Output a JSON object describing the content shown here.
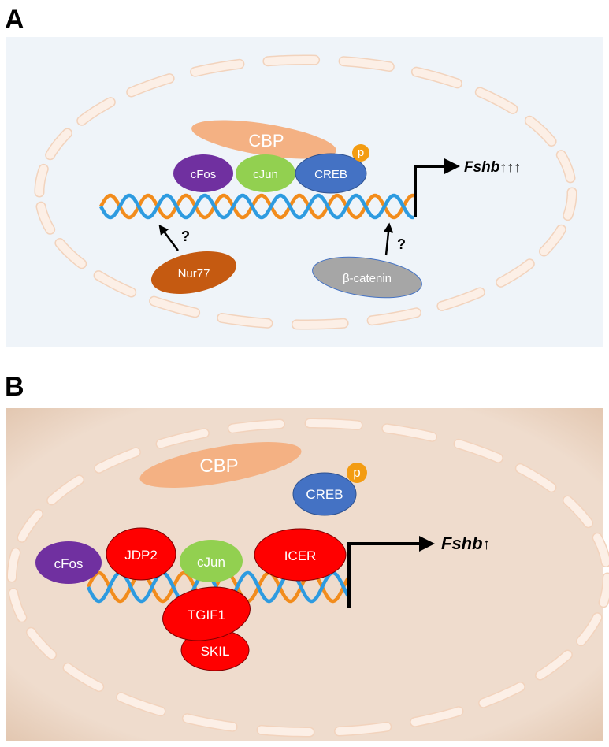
{
  "panels": [
    {
      "letter": "A",
      "gene": "Fshb",
      "gene_arrows": "↑↑↑",
      "phospho": "p",
      "question": "?",
      "proteins": {
        "cbp": "CBP",
        "cfos": "cFos",
        "cjun": "cJun",
        "creb": "CREB",
        "nur77": "Nur77",
        "bcatenin": "β-catenin"
      }
    },
    {
      "letter": "B",
      "gene": "Fshb",
      "gene_arrows": "↑",
      "phospho": "p",
      "proteins": {
        "cbp": "CBP",
        "creb": "CREB",
        "cfos": "cFos",
        "jdp2": "JDP2",
        "cjun": "cJun",
        "icer": "ICER",
        "tgif1": "TGIF1",
        "skil": "SKIL"
      }
    }
  ],
  "colors": {
    "panel_a_bg": "#eff4f9",
    "panel_b_bg": "#efdccd",
    "membrane_stroke": "#f2d3bd",
    "membrane_fill": "#fcefe6",
    "cbp": "#f4b183",
    "cfos": "#7030a0",
    "cjun": "#92d050",
    "creb": "#4472c4",
    "phospho": "#f39c12",
    "nur77": "#c55a11",
    "bcatenin": "#a6a6a6",
    "repressor": "#ff0000",
    "dna_blue": "#2e9be0",
    "dna_orange": "#f28c1c",
    "arrow": "#000000"
  }
}
